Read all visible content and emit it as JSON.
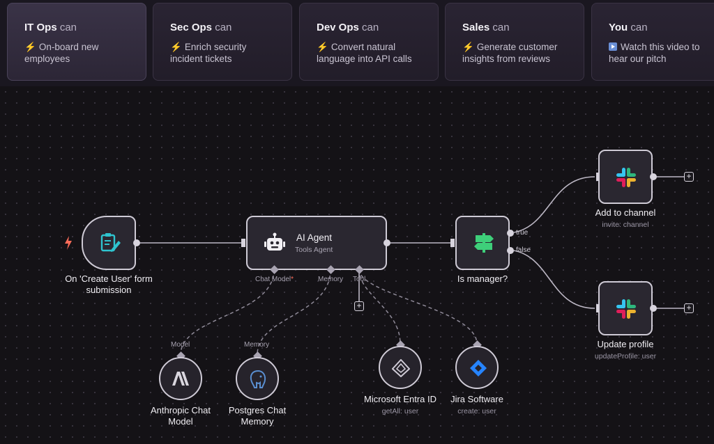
{
  "use_cases": [
    {
      "role": "IT Ops",
      "can": "can",
      "icon": "⚡",
      "desc": "On-board new employees"
    },
    {
      "role": "Sec Ops",
      "can": "can",
      "icon": "⚡",
      "desc": "Enrich security incident tickets"
    },
    {
      "role": "Dev Ops",
      "can": "can",
      "icon": "⚡",
      "desc": "Convert natural language into API calls"
    },
    {
      "role": "Sales",
      "can": "can",
      "icon": "⚡",
      "desc": "Generate customer insights from reviews"
    },
    {
      "role": "You",
      "can": "can",
      "icon": "▶",
      "desc": "Watch this video to hear our pitch"
    }
  ],
  "nodes": {
    "trigger": {
      "label": "On 'Create User' form submission",
      "icon": "form-pencil-icon",
      "icon_color": "#2fc4cf"
    },
    "agent": {
      "label": "AI Agent",
      "sub": "Tools Agent",
      "icon": "robot-icon"
    },
    "decision": {
      "label": "Is manager?",
      "icon": "signpost-icon",
      "icon_color": "#3ecf7a",
      "port_true": "true",
      "port_false": "false"
    },
    "add_channel": {
      "label": "Add to channel",
      "sub": "invite: channel",
      "icon": "slack-icon"
    },
    "update_profile": {
      "label": "Update profile",
      "sub": "updateProfile: user",
      "icon": "slack-icon"
    },
    "anthropic": {
      "label": "Anthropic Chat Model",
      "icon": "anthropic-icon"
    },
    "postgres": {
      "label": "Postgres Chat Memory",
      "icon": "postgres-elephant-icon"
    },
    "entra": {
      "label": "Microsoft Entra ID",
      "sub": "getAll: user",
      "icon": "entra-icon"
    },
    "jira": {
      "label": "Jira Software",
      "sub": "create: user",
      "icon": "jira-icon",
      "icon_color": "#2684ff"
    }
  },
  "ports": {
    "chat_model": "Chat Model",
    "required_mark": "*",
    "memory": "Memory",
    "tool": "Tool",
    "model_in": "Model",
    "memory_in": "Memory"
  },
  "colors": {
    "accent_trigger": "#ff6d5a",
    "slack_red": "#e01e5a",
    "slack_green": "#2eb67d",
    "slack_yellow": "#ecb22e",
    "slack_blue": "#36c5f0"
  }
}
